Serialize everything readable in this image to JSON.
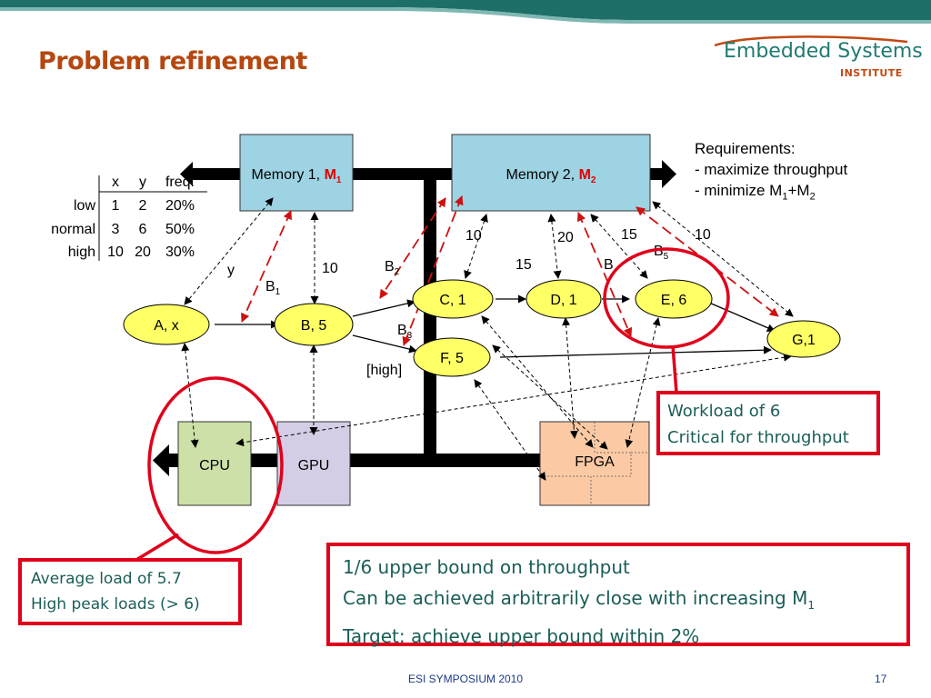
{
  "slide": {
    "title": "Problem refinement",
    "footer": "ESI SYMPOSIUM 2010",
    "page_number": "17"
  },
  "logo": {
    "name": "Embedded Systems",
    "sub": "INSTITUTE"
  },
  "requirements": {
    "heading": "Requirements:",
    "item1": "- maximize throughput",
    "item2_prefix": "- minimize M",
    "item2_mid": "+M",
    "sub1": "1",
    "sub2": "2"
  },
  "table": {
    "headers": [
      "x",
      "y",
      "freq."
    ],
    "rows": [
      {
        "label": "low",
        "x": "1",
        "y": "2",
        "freq": "20%"
      },
      {
        "label": "normal",
        "x": "3",
        "y": "6",
        "freq": "50%"
      },
      {
        "label": "high",
        "x": "10",
        "y": "20",
        "freq": "30%"
      }
    ]
  },
  "memories": {
    "m1_prefix": "Memory 1, ",
    "m1_name": "M",
    "m1_sub": "1",
    "m2_prefix": "Memory 2, ",
    "m2_name": "M",
    "m2_sub": "2"
  },
  "nodes": {
    "a": "A, x",
    "b": "B, 5",
    "c": "C, 1",
    "d": "D, 1",
    "e": "E, 6",
    "f": "F, 5",
    "g": "G,1"
  },
  "processors": {
    "cpu": "CPU",
    "gpu": "GPU",
    "fpga": "FPGA"
  },
  "edge_labels": {
    "y": "y",
    "ten_b": "10",
    "b1": "B",
    "b1_sub": "1",
    "b2": "B",
    "b2_sub": "2",
    "b3": "B",
    "b3_sub": "3",
    "b4": "B",
    "b5": "B",
    "b5_sub": "5",
    "high": "[high]",
    "l10a": "10",
    "l20": "20",
    "l15a": "15",
    "l15b": "15",
    "l10b": "10"
  },
  "callouts": {
    "workload_1": "Workload of 6",
    "workload_2": "Critical for throughput",
    "load_1": "Average load of 5.7",
    "load_2": "High peak loads (> 6)",
    "bound_1": "1/6 upper bound on throughput",
    "bound_2": "Can be achieved arbitrarily close with increasing M",
    "bound_2_sub": "1",
    "bound_3": "Target: achieve upper bound within 2%"
  },
  "colors": {
    "title": "#b5470f",
    "logo": "#1f7a72",
    "callout_border": "#e0001b",
    "callout_text": "#1b5e57",
    "memory_fill": "#9dd3e2",
    "node_fill": "#ffff66",
    "cpu_fill": "#cce0a8",
    "gpu_fill": "#d5cde5",
    "fpga_fill": "#fbcaa5",
    "dashed_red": "#cc1111",
    "m_label": "#e00000"
  }
}
